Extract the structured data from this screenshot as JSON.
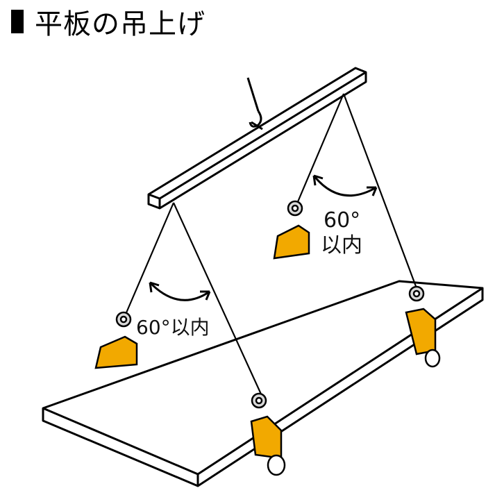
{
  "title": "平板の吊上げ",
  "labels": {
    "right_angle_value": "60°",
    "right_angle_suffix": "以内",
    "left_angle": "60°以内"
  },
  "colors": {
    "clamp": "#F2A900",
    "outline": "#000000",
    "ring": "#D8D8D8",
    "background": "#FFFFFF"
  },
  "components": [
    "lifting-beam",
    "hook",
    "wire-slings",
    "plate-clamps",
    "steel-plate"
  ]
}
